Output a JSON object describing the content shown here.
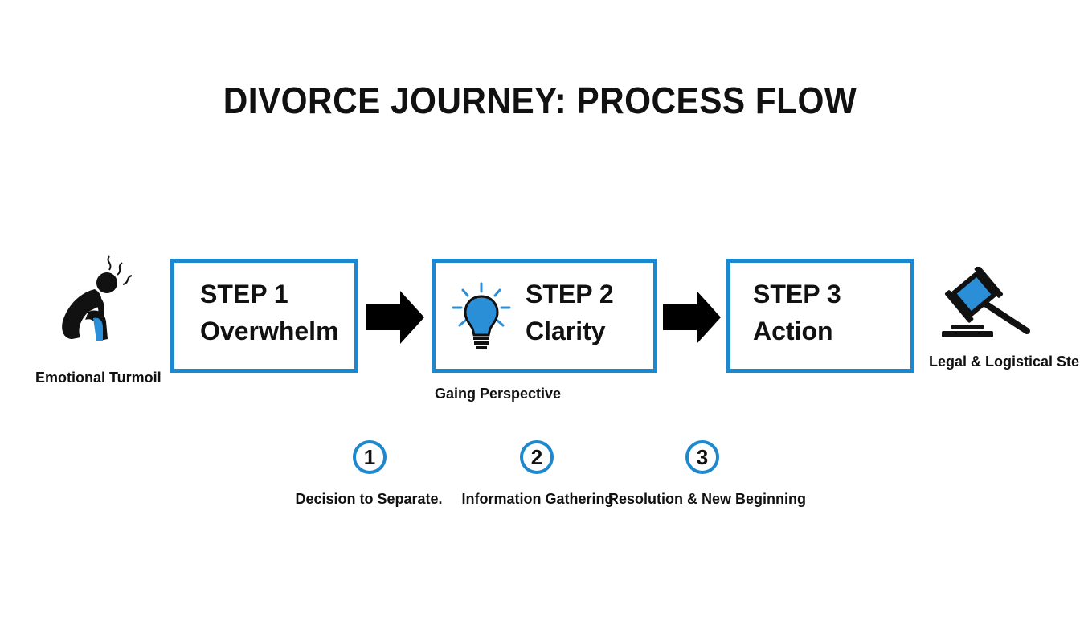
{
  "title": "DIVORCE JOURNEY: PROCESS FLOW",
  "steps": [
    {
      "heading": "STEP 1",
      "name": "Overwhelm"
    },
    {
      "heading": "STEP 2",
      "name": "Clarity"
    },
    {
      "heading": "STEP 3",
      "name": "Action"
    }
  ],
  "side_labels": {
    "start": "Emotional Turmoil",
    "below_step2": "Gaing Perspective",
    "end": "Legal & Logistical Steps"
  },
  "milestones": [
    {
      "number": "1",
      "label": "Decision to Separate."
    },
    {
      "number": "2",
      "label": "Information Gathering"
    },
    {
      "number": "3",
      "label": "Resolution & New Beginning"
    }
  ],
  "icons": {
    "start": "distressed-person-icon",
    "step2": "lightbulb-icon",
    "end": "gavel-icon"
  },
  "colors": {
    "accent": "#1e88cf",
    "text": "#111111",
    "arrow": "#000000"
  }
}
